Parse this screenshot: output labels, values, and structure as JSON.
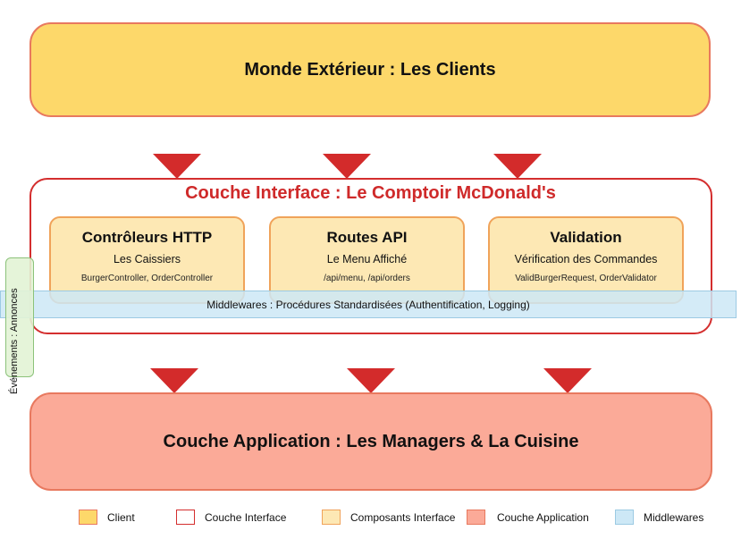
{
  "outer": {
    "title": "Monde Extérieur : Les Clients"
  },
  "interface": {
    "title": "Couche Interface : Le Comptoir McDonald's",
    "components": [
      {
        "title": "Contrôleurs HTTP",
        "subtitle": "Les Caissiers",
        "detail": "BurgerController, OrderController"
      },
      {
        "title": "Routes API",
        "subtitle": "Le Menu Affiché",
        "detail": "/api/menu, /api/orders"
      },
      {
        "title": "Validation",
        "subtitle": "Vérification des Commandes",
        "detail": "ValidBurgerRequest, OrderValidator"
      }
    ]
  },
  "middleware": {
    "label": "Middlewares : Procédures Standardisées (Authentification, Logging)"
  },
  "events": {
    "label": "Événements : Annonces"
  },
  "application": {
    "title": "Couche Application : Les Managers & La Cuisine"
  },
  "legend": [
    {
      "label": "Client",
      "color": "#fdd86a"
    },
    {
      "label": "Couche Interface",
      "color": "#ffffff"
    },
    {
      "label": "Composants Interface",
      "color": "#fde8b4"
    },
    {
      "label": "Couche Application",
      "color": "#fbaa98"
    },
    {
      "label": "Middlewares",
      "color": "#cde8f6"
    }
  ],
  "colors": {
    "arrow": "#d32b2b",
    "interface_border": "#d42e2e"
  }
}
